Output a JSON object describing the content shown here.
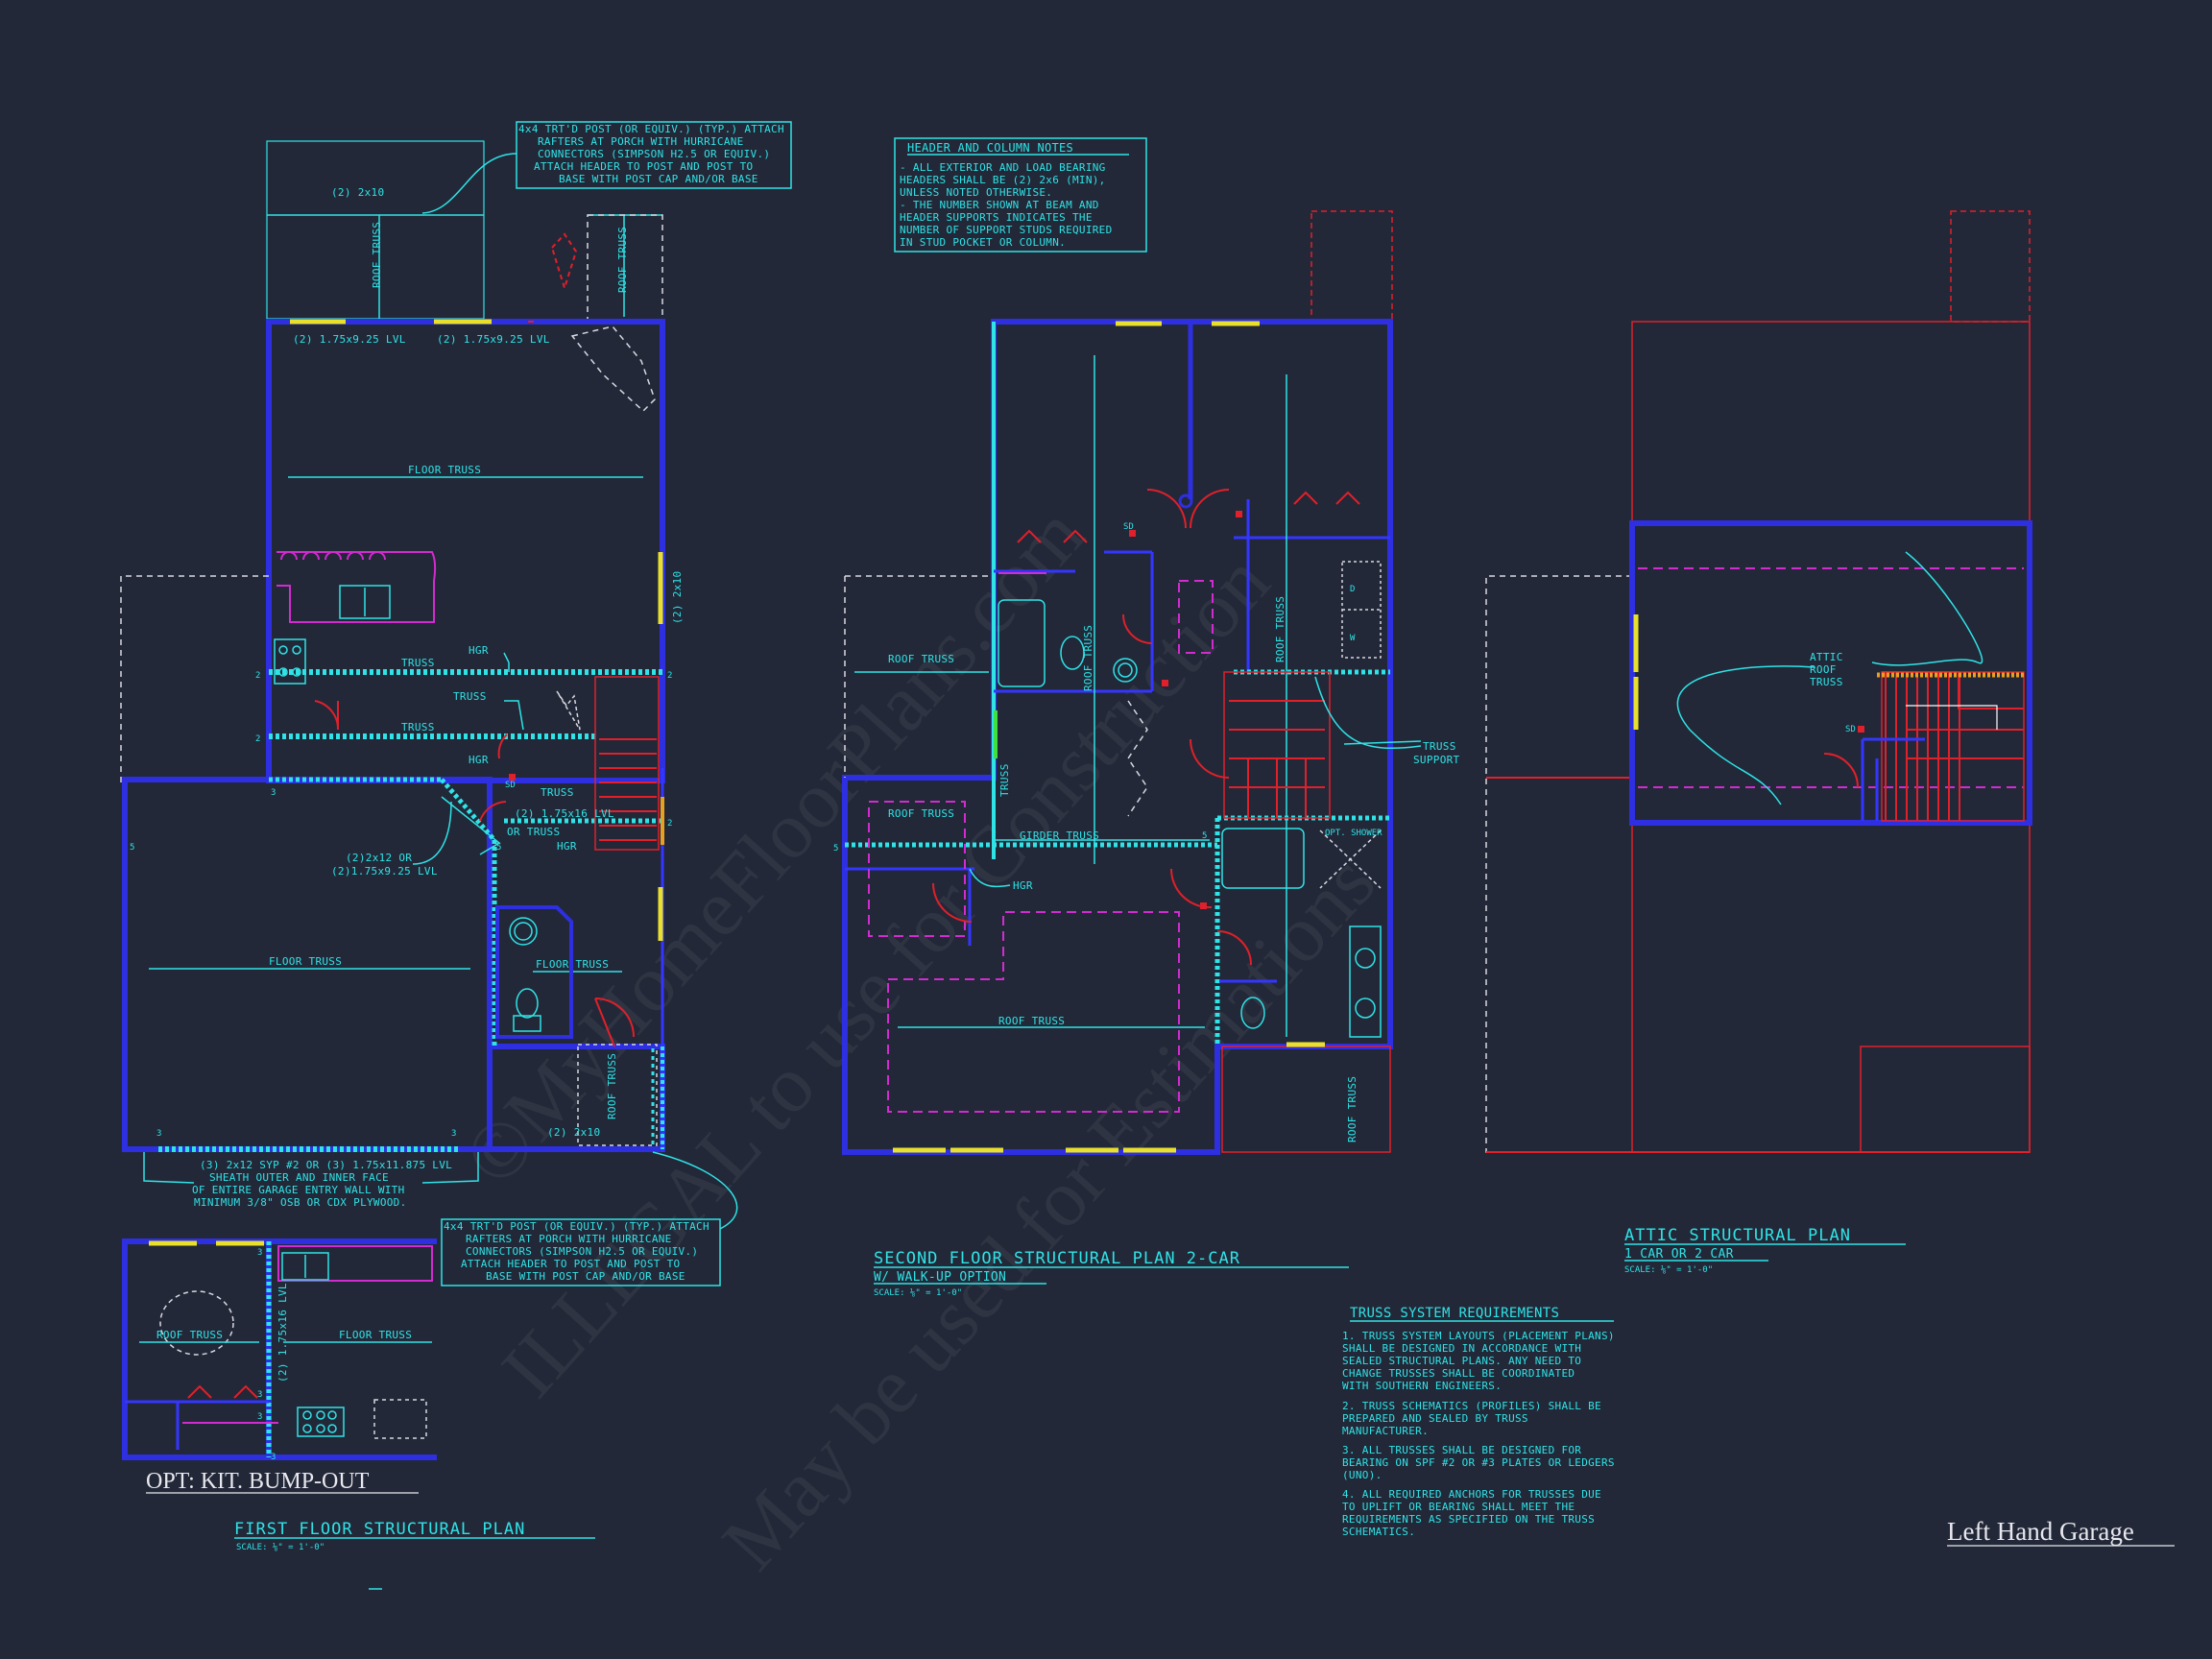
{
  "watermark": {
    "line1": "©MyHomeFloorPlans.com",
    "line2": "ILLEGAL to use for Construction",
    "line3": "May be used for Estimations"
  },
  "first_floor": {
    "title": "FIRST FLOOR STRUCTURAL PLAN",
    "scale": "SCALE: ⅛\" = 1'-0\"",
    "porch_note": [
      "4x4 TRT'D POST (OR EQUIV.) (TYP.) ATTACH",
      "RAFTERS AT PORCH WITH HURRICANE",
      "CONNECTORS (SIMPSON H2.5 OR EQUIV.)",
      "ATTACH HEADER TO POST AND POST TO",
      "BASE WITH POST CAP AND/OR BASE"
    ],
    "labels": {
      "roof_truss_1": "ROOF TRUSS",
      "roof_truss_2": "ROOF TRUSS",
      "porch_header": "(2) 2x10",
      "lvl_1": "(2) 1.75x9.25 LVL",
      "lvl_2": "(2) 1.75x9.25 LVL",
      "floor_truss_top": "FLOOR TRUSS",
      "side_2x10": "(2) 2x10",
      "hgr_1": "HGR",
      "truss_1": "TRUSS",
      "truss_2": "TRUSS",
      "truss_3": "TRUSS",
      "hgr_2": "HGR",
      "truss_4": "TRUSS",
      "lvl_16": "(2) 1.75x16 LVL",
      "or_truss": "OR TRUSS",
      "hgr_3": "HGR",
      "syp_a": "(2)2x12 OR",
      "syp_b": "(2)1.75x9.25 LVL",
      "floor_truss_garage": "FLOOR TRUSS",
      "floor_truss_bath": "FLOOR TRUSS",
      "roof_truss_3": "ROOF TRUSS",
      "rear_2x10": "(2) 2x10",
      "sd": "SD"
    },
    "garage_note": [
      "(3) 2x12 SYP #2 OR (3) 1.75x11.875 LVL",
      "SHEATH OUTER AND INNER FACE",
      "OF ENTIRE GARAGE ENTRY WALL WITH",
      "MINIMUM 3/8\" OSB OR CDX PLYWOOD."
    ],
    "rear_note": [
      "4x4 TRT'D POST (OR EQUIV.) (TYP.) ATTACH",
      "RAFTERS AT PORCH WITH HURRICANE",
      "CONNECTORS (SIMPSON H2.5 OR EQUIV.)",
      "ATTACH HEADER TO POST AND POST TO",
      "BASE WITH POST CAP AND/OR BASE"
    ],
    "nums": [
      "2",
      "2",
      "2",
      "2",
      "3",
      "5",
      "5",
      "3",
      "3"
    ]
  },
  "bumpout": {
    "title": "OPT: KIT. BUMP-OUT",
    "roof_truss": "ROOF TRUSS",
    "floor_truss": "FLOOR TRUSS",
    "lvl": "(2) 1.75x16 LVL",
    "nums": [
      "3",
      "3",
      "3",
      "3"
    ]
  },
  "header_notes": {
    "title": "HEADER AND COLUMN NOTES",
    "lines": [
      "- ALL EXTERIOR AND LOAD BEARING",
      "HEADERS SHALL BE (2) 2x6 (MIN),",
      "UNLESS NOTED OTHERWISE.",
      "- THE NUMBER SHOWN AT BEAM AND",
      "HEADER SUPPORTS INDICATES THE",
      "NUMBER OF SUPPORT STUDS REQUIRED",
      "IN STUD POCKET OR COLUMN."
    ]
  },
  "second_floor": {
    "title": "SECOND FLOOR STRUCTURAL PLAN 2-CAR",
    "subtitle": "W/ WALK-UP OPTION",
    "scale": "SCALE: ⅛\" = 1'-0\"",
    "labels": {
      "roof_truss_left": "ROOF TRUSS",
      "roof_truss_v1": "ROOF TRUSS",
      "roof_truss_v2": "ROOF TRUSS",
      "truss_v": "TRUSS",
      "roof_truss_box": "ROOF TRUSS",
      "girder_truss": "GIRDER TRUSS",
      "hgr": "HGR",
      "roof_truss_bottom": "ROOF TRUSS",
      "roof_truss_v3": "ROOF TRUSS",
      "truss_support_1": "TRUSS",
      "truss_support_2": "SUPPORT",
      "opt_shower": "OPT. SHOWER",
      "sd": "SD",
      "w": "W",
      "d": "D"
    },
    "nums": [
      "5",
      "5"
    ]
  },
  "attic": {
    "title": "ATTIC STRUCTURAL PLAN",
    "subtitle": "1 CAR OR 2 CAR",
    "scale": "SCALE: ⅛\" = 1'-0\"",
    "attic_label": [
      "ATTIC",
      "ROOF",
      "TRUSS"
    ],
    "sd": "SD"
  },
  "truss_requirements": {
    "title": "TRUSS SYSTEM REQUIREMENTS",
    "items": [
      [
        "1. TRUSS SYSTEM LAYOUTS (PLACEMENT PLANS)",
        "SHALL BE DESIGNED IN ACCORDANCE WITH",
        "SEALED STRUCTURAL PLANS. ANY NEED TO",
        "CHANGE TRUSSES SHALL BE COORDINATED",
        "WITH SOUTHERN ENGINEERS."
      ],
      [
        "2. TRUSS SCHEMATICS (PROFILES) SHALL BE",
        "PREPARED AND SEALED BY TRUSS",
        "MANUFACTURER."
      ],
      [
        "3. ALL TRUSSES SHALL BE DESIGNED FOR",
        "BEARING ON SPF #2 OR #3 PLATES OR LEDGERS",
        "(UNO)."
      ],
      [
        "4. ALL REQUIRED ANCHORS FOR TRUSSES DUE",
        "TO UPLIFT OR BEARING SHALL MEET THE",
        "REQUIREMENTS AS SPECIFIED ON THE TRUSS",
        "SCHEMATICS."
      ]
    ]
  },
  "sheet_label": "Left Hand Garage"
}
